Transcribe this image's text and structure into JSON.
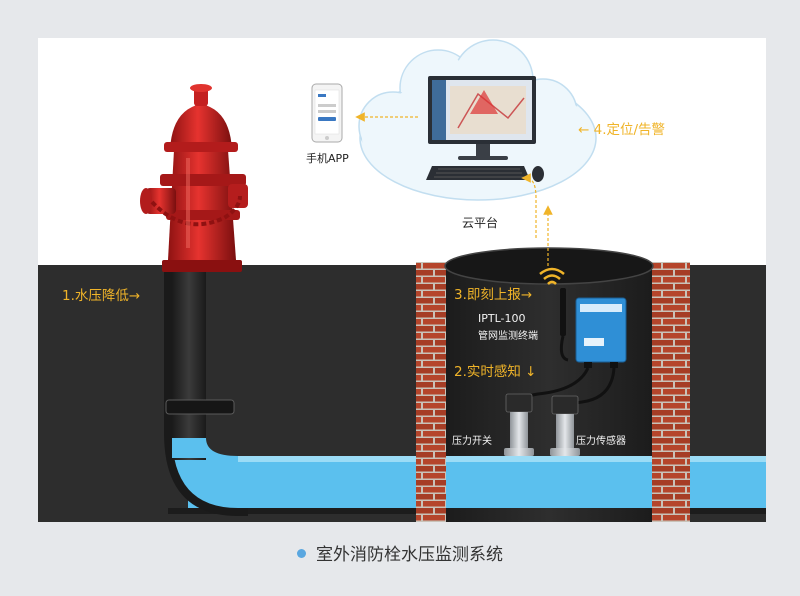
{
  "labels": {
    "app": "手机APP",
    "cloud": "云平台",
    "step1": "1.水压降低→",
    "step2": "2.实时感知 ↓",
    "step3": "3.即刻上报→",
    "step4": "← 4.定位/告警",
    "device_model": "IPTL-100",
    "device_name": "管网监测终端",
    "pressure_switch": "压力开关",
    "pressure_sensor": "压力传感器"
  },
  "caption": "室外消防栓水压监测系统",
  "colors": {
    "water": "#5bc0ee",
    "ground": "#2d2d2d",
    "brick": "#b5452b",
    "hydrant": "#d42422",
    "accent": "#f0b429",
    "caption_dot": "#5aa7e0"
  },
  "icons": [
    "fire-hydrant-icon",
    "smartphone-icon",
    "desktop-computer-icon",
    "cloud-icon",
    "wifi-icon",
    "monitoring-terminal-icon",
    "pressure-switch-icon",
    "pressure-sensor-icon"
  ]
}
